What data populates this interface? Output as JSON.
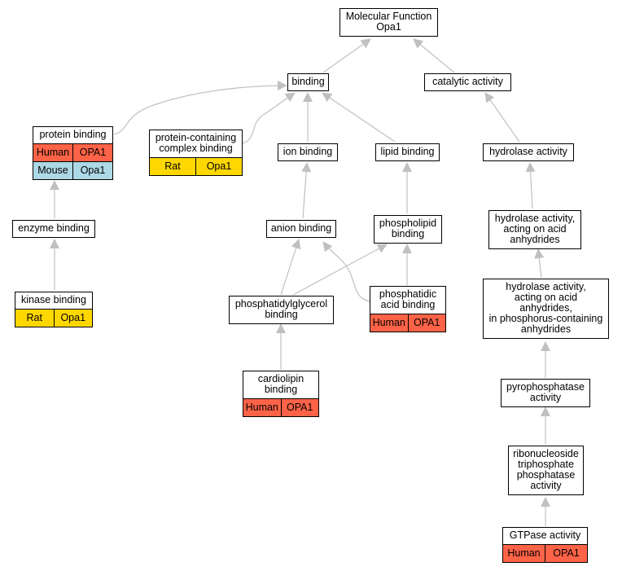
{
  "colors": {
    "edge": "#c0c0c0",
    "human": "#ff6347",
    "rat": "#ffd700",
    "mouse": "#add8e6"
  },
  "nodes": {
    "root": {
      "label": "Molecular Function\nOpa1"
    },
    "binding": {
      "label": "binding"
    },
    "catalytic": {
      "label": "catalytic activity"
    },
    "protein": {
      "label": "protein binding",
      "annotations": [
        {
          "species": "Human",
          "gene": "OPA1",
          "color": "#ff6347"
        },
        {
          "species": "Mouse",
          "gene": "Opa1",
          "color": "#add8e6"
        }
      ]
    },
    "complex": {
      "label": "protein-containing\ncomplex binding",
      "annotations": [
        {
          "species": "Rat",
          "gene": "Opa1",
          "color": "#ffd700"
        }
      ]
    },
    "ion": {
      "label": "ion binding"
    },
    "lipid": {
      "label": "lipid binding"
    },
    "hydrolase": {
      "label": "hydrolase activity"
    },
    "enzyme": {
      "label": "enzyme binding"
    },
    "anion": {
      "label": "anion binding"
    },
    "phospholipid": {
      "label": "phospholipid\nbinding"
    },
    "hyd_acid": {
      "label": "hydrolase activity,\nacting on acid\nanhydrides"
    },
    "kinase": {
      "label": "kinase binding",
      "annotations": [
        {
          "species": "Rat",
          "gene": "Opa1",
          "color": "#ffd700"
        }
      ]
    },
    "pg": {
      "label": "phosphatidylglycerol\nbinding"
    },
    "pa": {
      "label": "phosphatidic\nacid binding",
      "annotations": [
        {
          "species": "Human",
          "gene": "OPA1",
          "color": "#ff6347"
        }
      ]
    },
    "hyd_phos": {
      "label": "hydrolase activity,\nacting on acid\nanhydrides,\nin phosphorus-containing\nanhydrides"
    },
    "cardio": {
      "label": "cardiolipin\nbinding",
      "annotations": [
        {
          "species": "Human",
          "gene": "OPA1",
          "color": "#ff6347"
        }
      ]
    },
    "pyro": {
      "label": "pyrophosphatase\nactivity"
    },
    "ntp": {
      "label": "ribonucleoside\ntriphosphate\nphosphatase\nactivity"
    },
    "gtpase": {
      "label": "GTPase activity",
      "annotations": [
        {
          "species": "Human",
          "gene": "OPA1",
          "color": "#ff6347"
        }
      ]
    }
  }
}
